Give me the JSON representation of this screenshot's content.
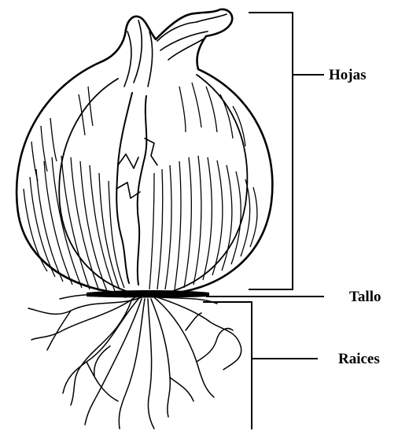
{
  "diagram": {
    "labels": {
      "leaves": "Hojas",
      "stem": "Tallo",
      "roots": "Raices"
    }
  }
}
